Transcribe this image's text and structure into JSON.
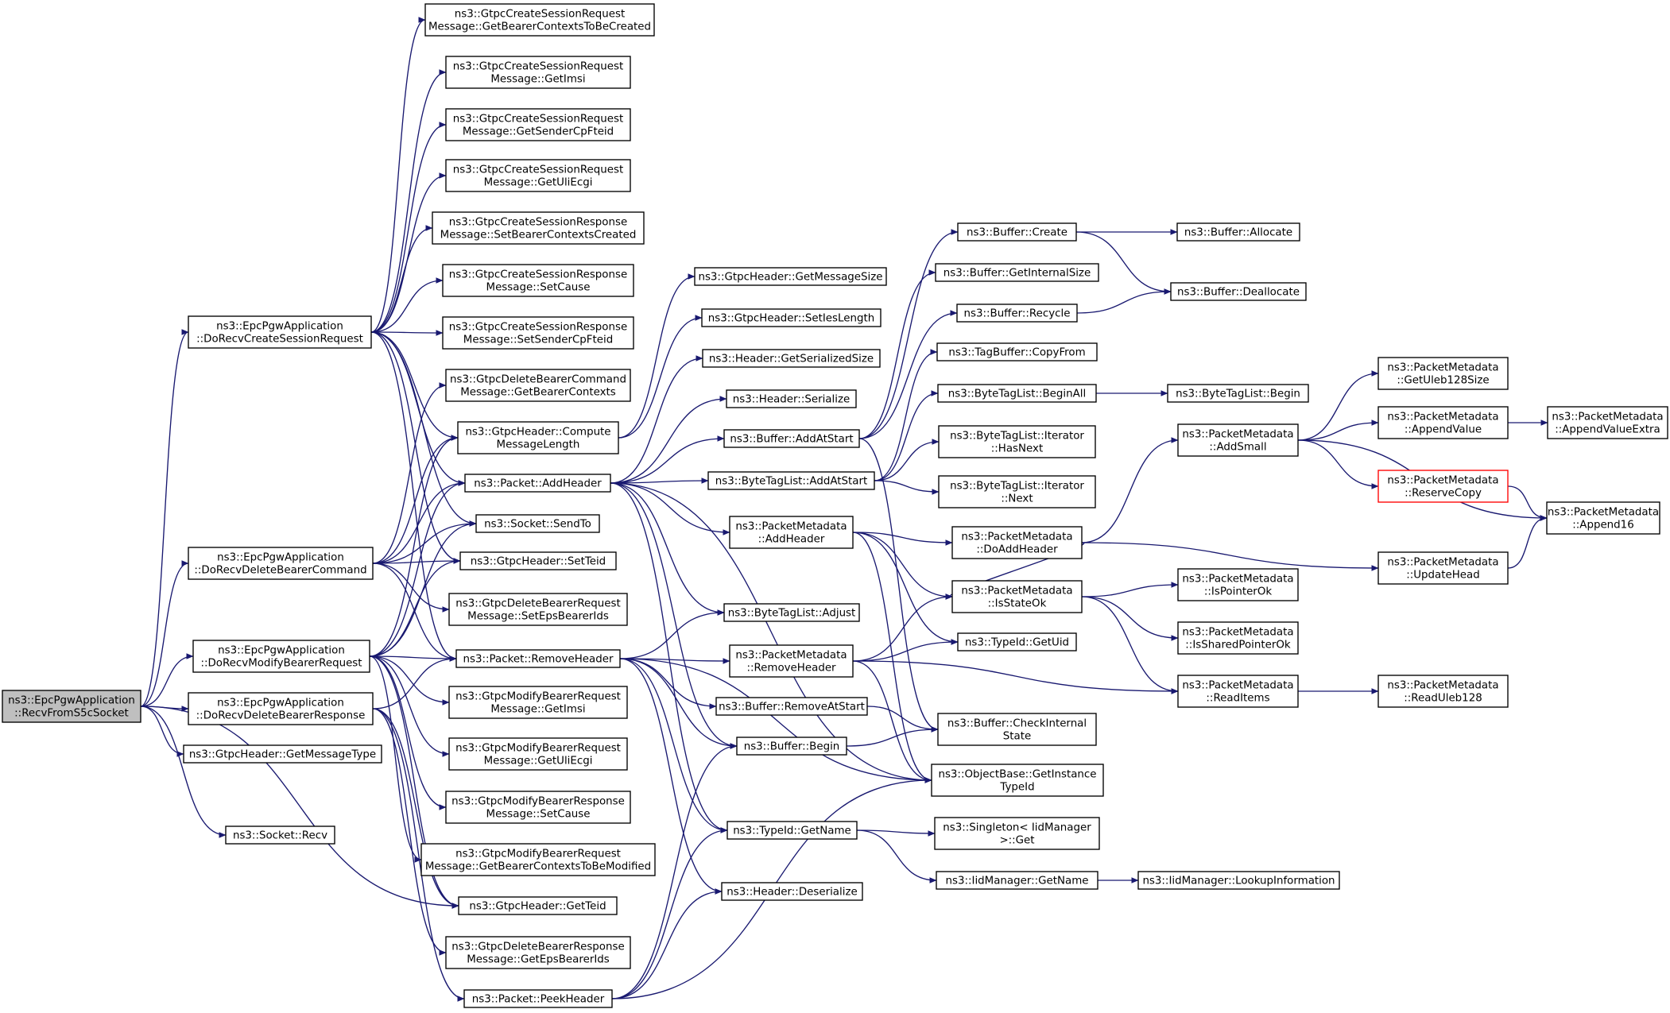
{
  "graph": {
    "edge_color": "#191970",
    "root_fill": "#bfbfbf",
    "node_fill": "#ffffff",
    "node_border": "#000000",
    "highlight_border": "#ff0000",
    "nodes": [
      {
        "id": "recvFromS5c",
        "lines": [
          "ns3::EpcPgwApplication",
          "::RecvFromS5cSocket"
        ],
        "style": "root"
      },
      {
        "id": "doCreateSess",
        "lines": [
          "ns3::EpcPgwApplication",
          "::DoRecvCreateSessionRequest"
        ]
      },
      {
        "id": "doDelBearerCmd",
        "lines": [
          "ns3::EpcPgwApplication",
          "::DoRecvDeleteBearerCommand"
        ]
      },
      {
        "id": "doModBearerReq",
        "lines": [
          "ns3::EpcPgwApplication",
          "::DoRecvModifyBearerRequest"
        ]
      },
      {
        "id": "doDelBearerResp",
        "lines": [
          "ns3::EpcPgwApplication",
          "::DoRecvDeleteBearerResponse"
        ]
      },
      {
        "id": "gtpcGetMsgType",
        "lines": [
          "ns3::GtpcHeader::GetMessageType"
        ]
      },
      {
        "id": "socketRecv",
        "lines": [
          "ns3::Socket::Recv"
        ]
      },
      {
        "id": "csReqGetBearerCtx",
        "lines": [
          "ns3::GtpcCreateSessionRequest",
          "Message::GetBearerContextsToBeCreated"
        ]
      },
      {
        "id": "csReqGetImsi",
        "lines": [
          "ns3::GtpcCreateSessionRequest",
          "Message::GetImsi"
        ]
      },
      {
        "id": "csReqGetSenderCpFteid",
        "lines": [
          "ns3::GtpcCreateSessionRequest",
          "Message::GetSenderCpFteid"
        ]
      },
      {
        "id": "csReqGetUliEcgi",
        "lines": [
          "ns3::GtpcCreateSessionRequest",
          "Message::GetUliEcgi"
        ]
      },
      {
        "id": "csRespSetBearerCtx",
        "lines": [
          "ns3::GtpcCreateSessionResponse",
          "Message::SetBearerContextsCreated"
        ]
      },
      {
        "id": "csRespSetCause",
        "lines": [
          "ns3::GtpcCreateSessionResponse",
          "Message::SetCause"
        ]
      },
      {
        "id": "csRespSetSenderCpFteid",
        "lines": [
          "ns3::GtpcCreateSessionResponse",
          "Message::SetSenderCpFteid"
        ]
      },
      {
        "id": "dbCmdGetBearerCtx",
        "lines": [
          "ns3::GtpcDeleteBearerCommand",
          "Message::GetBearerContexts"
        ]
      },
      {
        "id": "gtpcComputeLen",
        "lines": [
          "ns3::GtpcHeader::Compute",
          "MessageLength"
        ]
      },
      {
        "id": "pktAddHeader",
        "lines": [
          "ns3::Packet::AddHeader"
        ]
      },
      {
        "id": "socketSendTo",
        "lines": [
          "ns3::Socket::SendTo"
        ]
      },
      {
        "id": "gtpcSetTeid",
        "lines": [
          "ns3::GtpcHeader::SetTeid"
        ]
      },
      {
        "id": "dbReqSetEpsIds",
        "lines": [
          "ns3::GtpcDeleteBearerRequest",
          "Message::SetEpsBearerIds"
        ]
      },
      {
        "id": "pktRemoveHeader",
        "lines": [
          "ns3::Packet::RemoveHeader"
        ]
      },
      {
        "id": "mbReqGetImsi",
        "lines": [
          "ns3::GtpcModifyBearerRequest",
          "Message::GetImsi"
        ]
      },
      {
        "id": "mbReqGetUliEcgi",
        "lines": [
          "ns3::GtpcModifyBearerRequest",
          "Message::GetUliEcgi"
        ]
      },
      {
        "id": "mbRespSetCause",
        "lines": [
          "ns3::GtpcModifyBearerResponse",
          "Message::SetCause"
        ]
      },
      {
        "id": "mbReqGetBearerCtx",
        "lines": [
          "ns3::GtpcModifyBearerRequest",
          "Message::GetBearerContextsToBeModified"
        ]
      },
      {
        "id": "gtpcGetTeid",
        "lines": [
          "ns3::GtpcHeader::GetTeid"
        ]
      },
      {
        "id": "dbRespGetEpsIds",
        "lines": [
          "ns3::GtpcDeleteBearerResponse",
          "Message::GetEpsBearerIds"
        ]
      },
      {
        "id": "pktPeekHeader",
        "lines": [
          "ns3::Packet::PeekHeader"
        ]
      },
      {
        "id": "gtpcGetMsgSize",
        "lines": [
          "ns3::GtpcHeader::GetMessageSize"
        ]
      },
      {
        "id": "gtpcSetIesLen",
        "lines": [
          "ns3::GtpcHeader::SetIesLength"
        ]
      },
      {
        "id": "hdrGetSerSize",
        "lines": [
          "ns3::Header::GetSerializedSize"
        ]
      },
      {
        "id": "hdrSerialize",
        "lines": [
          "ns3::Header::Serialize"
        ]
      },
      {
        "id": "bufAddAtStart",
        "lines": [
          "ns3::Buffer::AddAtStart"
        ]
      },
      {
        "id": "btlAddAtStart",
        "lines": [
          "ns3::ByteTagList::AddAtStart"
        ]
      },
      {
        "id": "pmAddHeader",
        "lines": [
          "ns3::PacketMetadata",
          "::AddHeader"
        ]
      },
      {
        "id": "btlAdjust",
        "lines": [
          "ns3::ByteTagList::Adjust"
        ]
      },
      {
        "id": "pmRemoveHeader",
        "lines": [
          "ns3::PacketMetadata",
          "::RemoveHeader"
        ]
      },
      {
        "id": "bufRemoveAtStart",
        "lines": [
          "ns3::Buffer::RemoveAtStart"
        ]
      },
      {
        "id": "bufBegin",
        "lines": [
          "ns3::Buffer::Begin"
        ]
      },
      {
        "id": "typeIdGetName",
        "lines": [
          "ns3::TypeId::GetName"
        ]
      },
      {
        "id": "hdrDeserialize",
        "lines": [
          "ns3::Header::Deserialize"
        ]
      },
      {
        "id": "bufCreate",
        "lines": [
          "ns3::Buffer::Create"
        ]
      },
      {
        "id": "bufGetInternalSize",
        "lines": [
          "ns3::Buffer::GetInternalSize"
        ]
      },
      {
        "id": "bufRecycle",
        "lines": [
          "ns3::Buffer::Recycle"
        ]
      },
      {
        "id": "tagBufCopyFrom",
        "lines": [
          "ns3::TagBuffer::CopyFrom"
        ]
      },
      {
        "id": "btlBeginAll",
        "lines": [
          "ns3::ByteTagList::BeginAll"
        ]
      },
      {
        "id": "btlIterHasNext",
        "lines": [
          "ns3::ByteTagList::Iterator",
          "::HasNext"
        ]
      },
      {
        "id": "btlIterNext",
        "lines": [
          "ns3::ByteTagList::Iterator",
          "::Next"
        ]
      },
      {
        "id": "pmDoAddHeader",
        "lines": [
          "ns3::PacketMetadata",
          "::DoAddHeader"
        ]
      },
      {
        "id": "pmIsStateOk",
        "lines": [
          "ns3::PacketMetadata",
          "::IsStateOk"
        ]
      },
      {
        "id": "typeIdGetUid",
        "lines": [
          "ns3::TypeId::GetUid"
        ]
      },
      {
        "id": "bufCheckInternal",
        "lines": [
          "ns3::Buffer::CheckInternal",
          "State"
        ]
      },
      {
        "id": "objGetInstTypeId",
        "lines": [
          "ns3::ObjectBase::GetInstance",
          "TypeId"
        ]
      },
      {
        "id": "singletonGet",
        "lines": [
          "ns3::Singleton< IidManager",
          ">::Get"
        ]
      },
      {
        "id": "iidGetName",
        "lines": [
          "ns3::IidManager::GetName"
        ]
      },
      {
        "id": "bufAllocate",
        "lines": [
          "ns3::Buffer::Allocate"
        ]
      },
      {
        "id": "bufDeallocate",
        "lines": [
          "ns3::Buffer::Deallocate"
        ]
      },
      {
        "id": "btlBegin",
        "lines": [
          "ns3::ByteTagList::Begin"
        ]
      },
      {
        "id": "pmAddSmall",
        "lines": [
          "ns3::PacketMetadata",
          "::AddSmall"
        ]
      },
      {
        "id": "pmUpdateHead",
        "lines": [
          "ns3::PacketMetadata",
          "::UpdateHead"
        ]
      },
      {
        "id": "pmIsPointerOk",
        "lines": [
          "ns3::PacketMetadata",
          "::IsPointerOk"
        ]
      },
      {
        "id": "pmIsSharedPtrOk",
        "lines": [
          "ns3::PacketMetadata",
          "::IsSharedPointerOk"
        ]
      },
      {
        "id": "pmReadItems",
        "lines": [
          "ns3::PacketMetadata",
          "::ReadItems"
        ]
      },
      {
        "id": "iidLookupInfo",
        "lines": [
          "ns3::IidManager::LookupInformation"
        ]
      },
      {
        "id": "pmGetUleb128Size",
        "lines": [
          "ns3::PacketMetadata",
          "::GetUleb128Size"
        ]
      },
      {
        "id": "pmAppendValue",
        "lines": [
          "ns3::PacketMetadata",
          "::AppendValue"
        ]
      },
      {
        "id": "pmReserveCopy",
        "lines": [
          "ns3::PacketMetadata",
          "::ReserveCopy"
        ],
        "style": "red"
      },
      {
        "id": "pmReadUleb128",
        "lines": [
          "ns3::PacketMetadata",
          "::ReadUleb128"
        ]
      },
      {
        "id": "pmAppendValueExtra",
        "lines": [
          "ns3::PacketMetadata",
          "::AppendValueExtra"
        ]
      },
      {
        "id": "pmAppend16",
        "lines": [
          "ns3::PacketMetadata",
          "::Append16"
        ]
      }
    ],
    "edges": [
      [
        "recvFromS5c",
        "doCreateSess"
      ],
      [
        "recvFromS5c",
        "doDelBearerCmd"
      ],
      [
        "recvFromS5c",
        "doModBearerReq"
      ],
      [
        "recvFromS5c",
        "doDelBearerResp"
      ],
      [
        "recvFromS5c",
        "gtpcGetMsgType"
      ],
      [
        "recvFromS5c",
        "socketRecv"
      ],
      [
        "recvFromS5c",
        "gtpcGetTeid"
      ],
      [
        "doCreateSess",
        "csReqGetBearerCtx"
      ],
      [
        "doCreateSess",
        "csReqGetImsi"
      ],
      [
        "doCreateSess",
        "csReqGetSenderCpFteid"
      ],
      [
        "doCreateSess",
        "csReqGetUliEcgi"
      ],
      [
        "doCreateSess",
        "csRespSetBearerCtx"
      ],
      [
        "doCreateSess",
        "csRespSetCause"
      ],
      [
        "doCreateSess",
        "csRespSetSenderCpFteid"
      ],
      [
        "doCreateSess",
        "gtpcComputeLen"
      ],
      [
        "doCreateSess",
        "pktAddHeader"
      ],
      [
        "doCreateSess",
        "socketSendTo"
      ],
      [
        "doCreateSess",
        "gtpcSetTeid"
      ],
      [
        "doCreateSess",
        "pktRemoveHeader"
      ],
      [
        "doDelBearerCmd",
        "dbCmdGetBearerCtx"
      ],
      [
        "doDelBearerCmd",
        "gtpcComputeLen"
      ],
      [
        "doDelBearerCmd",
        "pktAddHeader"
      ],
      [
        "doDelBearerCmd",
        "socketSendTo"
      ],
      [
        "doDelBearerCmd",
        "gtpcSetTeid"
      ],
      [
        "doDelBearerCmd",
        "dbReqSetEpsIds"
      ],
      [
        "doDelBearerCmd",
        "pktRemoveHeader"
      ],
      [
        "doModBearerReq",
        "gtpcComputeLen"
      ],
      [
        "doModBearerReq",
        "pktAddHeader"
      ],
      [
        "doModBearerReq",
        "socketSendTo"
      ],
      [
        "doModBearerReq",
        "gtpcSetTeid"
      ],
      [
        "doModBearerReq",
        "pktRemoveHeader"
      ],
      [
        "doModBearerReq",
        "mbReqGetImsi"
      ],
      [
        "doModBearerReq",
        "mbReqGetUliEcgi"
      ],
      [
        "doModBearerReq",
        "mbRespSetCause"
      ],
      [
        "doModBearerReq",
        "mbReqGetBearerCtx"
      ],
      [
        "doModBearerReq",
        "gtpcGetTeid"
      ],
      [
        "doDelBearerResp",
        "pktRemoveHeader"
      ],
      [
        "doDelBearerResp",
        "gtpcGetTeid"
      ],
      [
        "doDelBearerResp",
        "dbRespGetEpsIds"
      ],
      [
        "doDelBearerResp",
        "pktPeekHeader"
      ],
      [
        "gtpcComputeLen",
        "gtpcGetMsgSize"
      ],
      [
        "gtpcComputeLen",
        "gtpcSetIesLen"
      ],
      [
        "pktAddHeader",
        "hdrGetSerSize"
      ],
      [
        "pktAddHeader",
        "hdrSerialize"
      ],
      [
        "pktAddHeader",
        "bufAddAtStart"
      ],
      [
        "pktAddHeader",
        "btlAddAtStart"
      ],
      [
        "pktAddHeader",
        "pmAddHeader"
      ],
      [
        "pktAddHeader",
        "btlAdjust"
      ],
      [
        "pktAddHeader",
        "bufBegin"
      ],
      [
        "pktAddHeader",
        "typeIdGetName"
      ],
      [
        "pktAddHeader",
        "objGetInstTypeId"
      ],
      [
        "pktRemoveHeader",
        "btlAdjust"
      ],
      [
        "pktRemoveHeader",
        "pmRemoveHeader"
      ],
      [
        "pktRemoveHeader",
        "bufRemoveAtStart"
      ],
      [
        "pktRemoveHeader",
        "bufBegin"
      ],
      [
        "pktRemoveHeader",
        "typeIdGetName"
      ],
      [
        "pktRemoveHeader",
        "hdrDeserialize"
      ],
      [
        "pktRemoveHeader",
        "objGetInstTypeId"
      ],
      [
        "pktPeekHeader",
        "bufBegin"
      ],
      [
        "pktPeekHeader",
        "typeIdGetName"
      ],
      [
        "pktPeekHeader",
        "hdrDeserialize"
      ],
      [
        "pktPeekHeader",
        "objGetInstTypeId"
      ],
      [
        "bufAddAtStart",
        "bufCreate"
      ],
      [
        "bufAddAtStart",
        "bufGetInternalSize"
      ],
      [
        "bufAddAtStart",
        "bufRecycle"
      ],
      [
        "bufAddAtStart",
        "bufCheckInternal"
      ],
      [
        "btlAddAtStart",
        "tagBufCopyFrom"
      ],
      [
        "btlAddAtStart",
        "btlBeginAll"
      ],
      [
        "btlAddAtStart",
        "btlIterHasNext"
      ],
      [
        "btlAddAtStart",
        "btlIterNext"
      ],
      [
        "pmAddHeader",
        "pmDoAddHeader"
      ],
      [
        "pmAddHeader",
        "pmIsStateOk"
      ],
      [
        "pmAddHeader",
        "typeIdGetUid"
      ],
      [
        "pmAddHeader",
        "objGetInstTypeId"
      ],
      [
        "pmRemoveHeader",
        "pmIsStateOk"
      ],
      [
        "pmRemoveHeader",
        "typeIdGetUid"
      ],
      [
        "pmRemoveHeader",
        "pmReadItems"
      ],
      [
        "pmRemoveHeader",
        "objGetInstTypeId"
      ],
      [
        "bufRemoveAtStart",
        "bufCheckInternal"
      ],
      [
        "bufBegin",
        "bufCheckInternal"
      ],
      [
        "typeIdGetName",
        "singletonGet"
      ],
      [
        "typeIdGetName",
        "iidGetName"
      ],
      [
        "bufCreate",
        "bufAllocate"
      ],
      [
        "bufCreate",
        "bufDeallocate"
      ],
      [
        "bufRecycle",
        "bufDeallocate"
      ],
      [
        "btlBeginAll",
        "btlBegin"
      ],
      [
        "pmDoAddHeader",
        "pmAddSmall"
      ],
      [
        "pmDoAddHeader",
        "pmUpdateHead"
      ],
      [
        "pmDoAddHeader",
        "pmIsStateOk"
      ],
      [
        "pmIsStateOk",
        "pmIsPointerOk"
      ],
      [
        "pmIsStateOk",
        "pmIsSharedPtrOk"
      ],
      [
        "pmIsStateOk",
        "pmReadItems"
      ],
      [
        "iidGetName",
        "iidLookupInfo"
      ],
      [
        "pmAddSmall",
        "pmGetUleb128Size"
      ],
      [
        "pmAddSmall",
        "pmAppendValue"
      ],
      [
        "pmAddSmall",
        "pmReserveCopy"
      ],
      [
        "pmAddSmall",
        "pmAppend16"
      ],
      [
        "pmAppendValue",
        "pmAppendValueExtra"
      ],
      [
        "pmReserveCopy",
        "pmAppend16"
      ],
      [
        "pmUpdateHead",
        "pmAppend16"
      ],
      [
        "pmReadItems",
        "pmReadUleb128"
      ]
    ]
  }
}
